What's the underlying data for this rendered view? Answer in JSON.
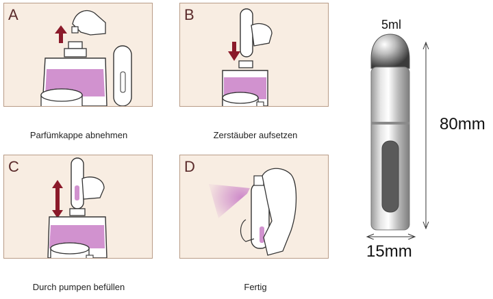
{
  "steps": [
    {
      "letter": "A",
      "caption": "Parfümkappe abnehmen"
    },
    {
      "letter": "B",
      "caption": "Zerstäuber aufsetzen"
    },
    {
      "letter": "C",
      "caption": "Durch pumpen befüllen"
    },
    {
      "letter": "D",
      "caption": "Fertig"
    }
  ],
  "product": {
    "volume": "5ml",
    "height": "80mm",
    "width": "15mm"
  },
  "colors": {
    "panel_bg": "#f8ede2",
    "panel_border": "#b89b86",
    "perfume": "#c97fc7",
    "arrow": "#8b1a2a",
    "letter": "#5a2a2a"
  }
}
